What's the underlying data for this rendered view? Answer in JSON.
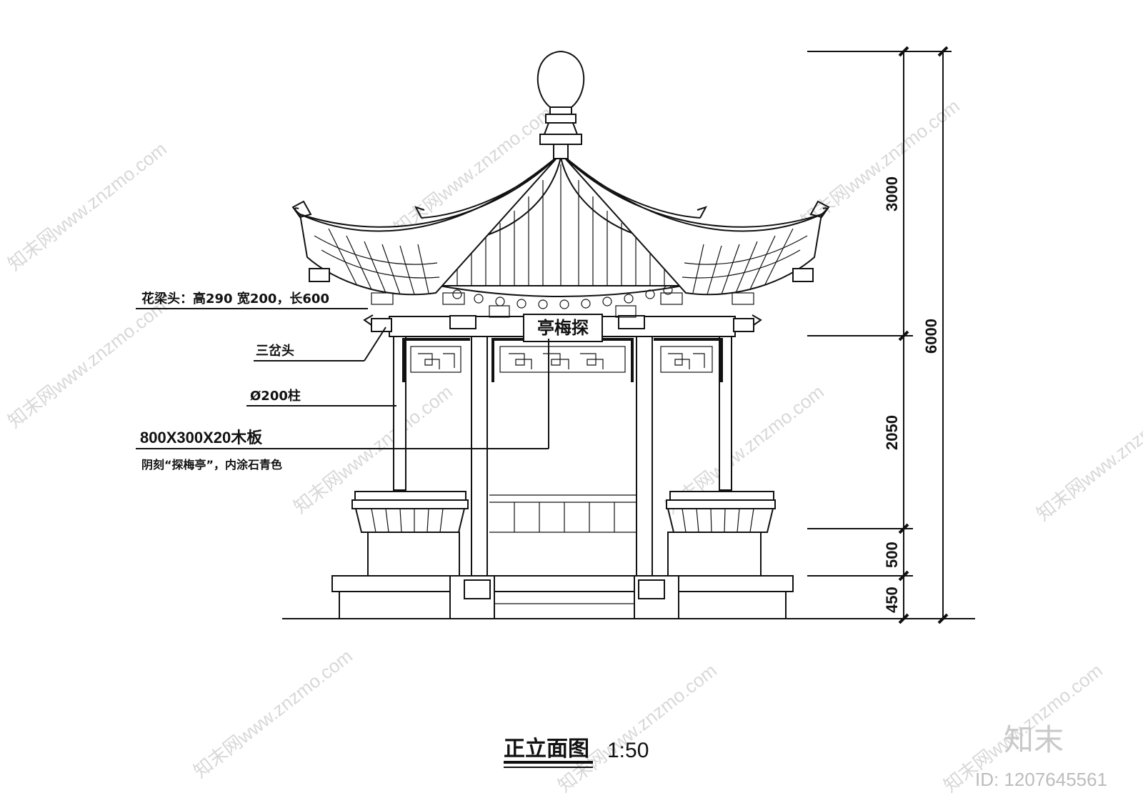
{
  "drawing": {
    "title": "正立面图",
    "scale": "1:50",
    "plaque_text": "亭梅探"
  },
  "annotations": {
    "bracket": "花梁头：高290  宽200，长600",
    "sanchatou": "三岔头",
    "column": "Ø200柱",
    "board": "800X300X20木板",
    "board_note": "阴刻“探梅亭”，内涂石青色"
  },
  "dimensions": {
    "d3000": "3000",
    "d6000": "6000",
    "d2050": "2050",
    "d500": "500",
    "d450": "450"
  },
  "watermark": {
    "text": "知末网www.znzmo.com",
    "brand": "知末",
    "id": "ID: 1207645561"
  }
}
